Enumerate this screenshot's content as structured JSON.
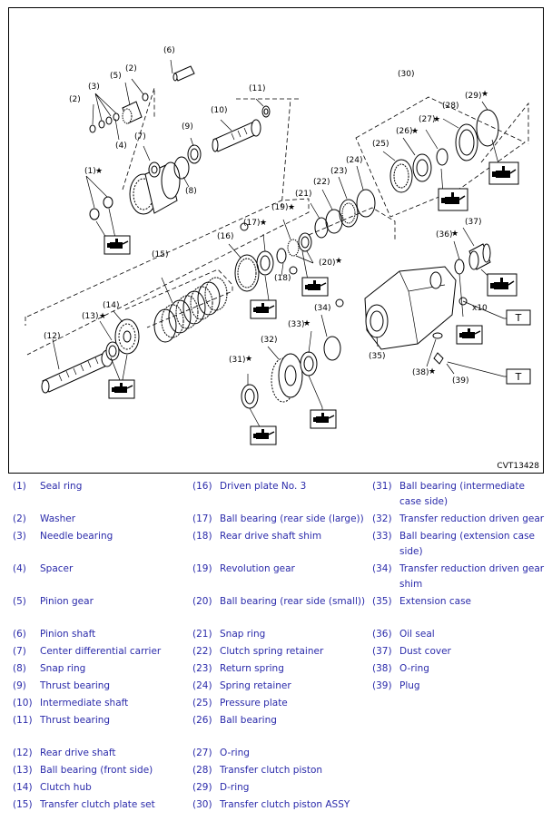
{
  "figure": {
    "id": "CVT13428",
    "callouts": {
      "c1": "(1)",
      "c2a": "(2)",
      "c2b": "(2)",
      "c3": "(3)",
      "c4": "(4)",
      "c5": "(5)",
      "c6": "(6)",
      "c7": "(7)",
      "c8": "(8)",
      "c9": "(9)",
      "c10": "(10)",
      "c11": "(11)",
      "c12": "(12)",
      "c13": "(13)",
      "c14": "(14)",
      "c15": "(15)",
      "c16": "(16)",
      "c17": "(17)",
      "c18": "(18)",
      "c19": "(19)",
      "c20": "(20)",
      "c21": "(21)",
      "c22": "(22)",
      "c23": "(23)",
      "c24": "(24)",
      "c25": "(25)",
      "c26": "(26)",
      "c27": "(27)",
      "c28": "(28)",
      "c29": "(29)",
      "c30": "(30)",
      "c31": "(31)",
      "c32": "(32)",
      "c33": "(33)",
      "c34": "(34)",
      "c35": "(35)",
      "c36": "(36)",
      "c37": "(37)",
      "c38": "(38)",
      "c39": "(39)"
    },
    "star": "★",
    "torque_mark": "T",
    "bolt_count": "x10"
  },
  "legend": [
    [
      [
        "(1)",
        "Seal ring"
      ],
      [
        "(16)",
        "Driven plate No. 3"
      ],
      [
        "(31)",
        "Ball bearing (intermediate case side)"
      ]
    ],
    [
      [
        "(2)",
        "Washer"
      ],
      [
        "(17)",
        "Ball bearing (rear side (large))"
      ],
      [
        "(32)",
        "Transfer reduction driven gear"
      ]
    ],
    [
      [
        "(3)",
        "Needle bearing"
      ],
      [
        "(18)",
        "Rear drive shaft shim"
      ],
      [
        "(33)",
        "Ball bearing (extension case side)"
      ]
    ],
    [
      [
        "(4)",
        "Spacer"
      ],
      [
        "(19)",
        "Revolution gear"
      ],
      [
        "(34)",
        "Transfer reduction driven gear shim"
      ]
    ],
    [
      [
        "(5)",
        "Pinion gear"
      ],
      [
        "(20)",
        "Ball bearing (rear side (small))"
      ],
      [
        "(35)",
        "Extension case"
      ]
    ],
    [
      [
        "(6)",
        "Pinion shaft"
      ],
      [
        "(21)",
        "Snap ring"
      ],
      [
        "(36)",
        "Oil seal"
      ]
    ],
    [
      [
        "(7)",
        "Center differential carrier"
      ],
      [
        "(22)",
        "Clutch spring retainer"
      ],
      [
        "(37)",
        "Dust cover"
      ]
    ],
    [
      [
        "(8)",
        "Snap ring"
      ],
      [
        "(23)",
        "Return spring"
      ],
      [
        "(38)",
        "O-ring"
      ]
    ],
    [
      [
        "(9)",
        "Thrust bearing"
      ],
      [
        "(24)",
        "Spring retainer"
      ],
      [
        "(39)",
        "Plug"
      ]
    ],
    [
      [
        "(10)",
        "Intermediate shaft"
      ],
      [
        "(25)",
        "Pressure plate"
      ],
      [
        "",
        ""
      ]
    ],
    [
      [
        "(11)",
        "Thrust bearing"
      ],
      [
        "(26)",
        "Ball bearing"
      ],
      [
        "",
        ""
      ]
    ],
    [
      [
        "(12)",
        "Rear drive shaft"
      ],
      [
        "(27)",
        "O-ring"
      ],
      [
        "",
        ""
      ]
    ],
    [
      [
        "(13)",
        "Ball bearing (front side)"
      ],
      [
        "(28)",
        "Transfer clutch piston"
      ],
      [
        "",
        ""
      ]
    ],
    [
      [
        "(14)",
        "Clutch hub"
      ],
      [
        "(29)",
        "D-ring"
      ],
      [
        "",
        ""
      ]
    ],
    [
      [
        "(15)",
        "Transfer clutch plate set"
      ],
      [
        "(30)",
        "Transfer clutch piston ASSY"
      ],
      [
        "",
        ""
      ]
    ]
  ]
}
